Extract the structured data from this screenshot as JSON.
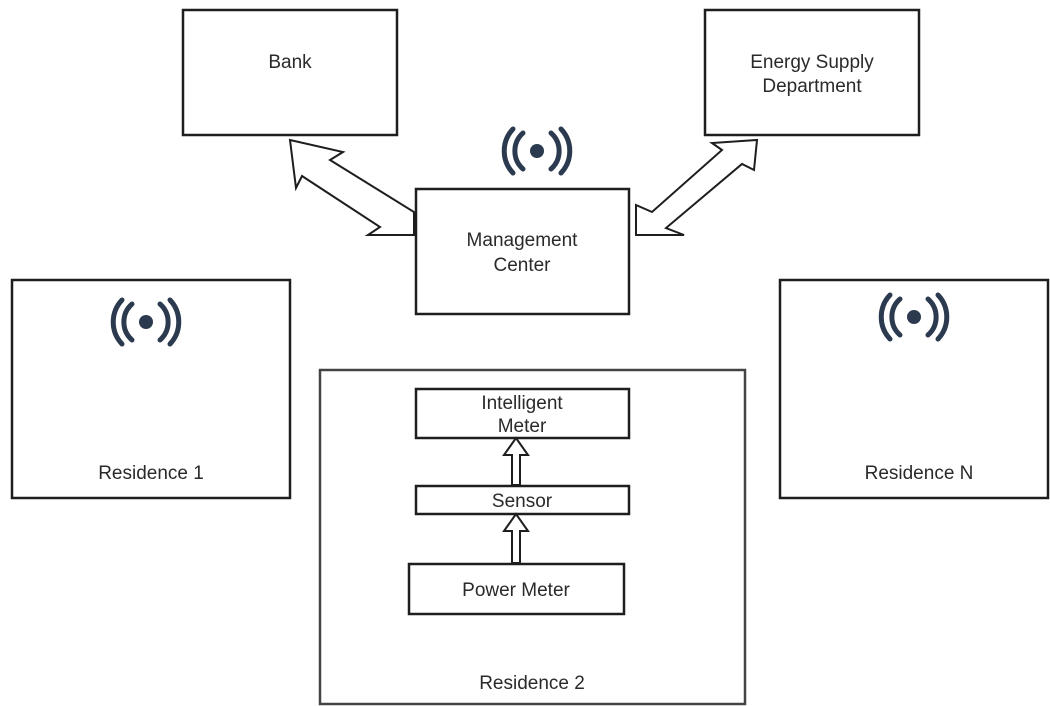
{
  "nodes": {
    "bank": "Bank",
    "energy_supply_line1": "Energy Supply",
    "energy_supply_line2": "Department",
    "management_line1": "Management",
    "management_line2": "Center",
    "residence_1": "Residence 1",
    "residence_2": "Residence 2",
    "residence_n": "Residence N",
    "intelligent_meter_line1": "Intelligent",
    "intelligent_meter_line2": "Meter",
    "sensor": "Sensor",
    "power_meter": "Power Meter"
  },
  "icons": {
    "wireless": "wireless-signal-icon",
    "color": "#2c3a4f"
  }
}
